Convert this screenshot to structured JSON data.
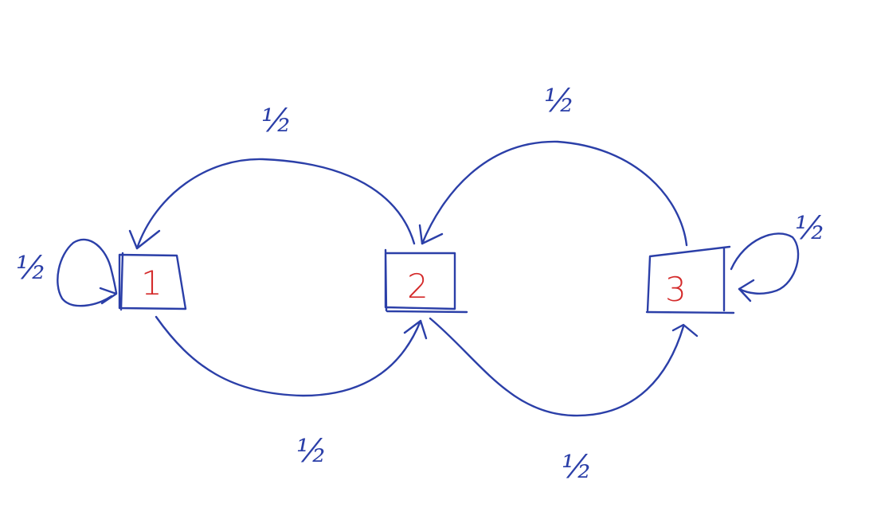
{
  "nodes": [
    {
      "id": "1",
      "label": "1"
    },
    {
      "id": "2",
      "label": "2"
    },
    {
      "id": "3",
      "label": "3"
    }
  ],
  "edges": [
    {
      "from": "1",
      "to": "1",
      "label": "½"
    },
    {
      "from": "1",
      "to": "2",
      "label": "½"
    },
    {
      "from": "2",
      "to": "1",
      "label": "½"
    },
    {
      "from": "2",
      "to": "3",
      "label": "½"
    },
    {
      "from": "3",
      "to": "2",
      "label": "½"
    },
    {
      "from": "3",
      "to": "3",
      "label": "½"
    }
  ],
  "colors": {
    "ink": "#2b3fa8",
    "node_text": "#d42a2a",
    "background": "#ffffff"
  }
}
